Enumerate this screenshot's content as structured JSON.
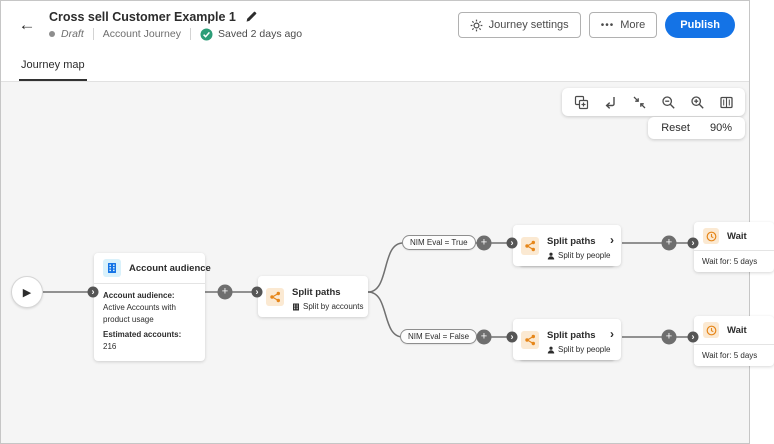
{
  "header": {
    "title": "Cross sell Customer Example 1",
    "status_label": "Draft",
    "journey_type": "Account Journey",
    "saved_text": "Saved 2 days ago",
    "journey_settings_label": "Journey settings",
    "more_label": "More",
    "publish_label": "Publish"
  },
  "tabs": {
    "journey_map_label": "Journey map"
  },
  "canvas_controls": {
    "reset_label": "Reset",
    "zoom_level": "90%",
    "toolbar_icon_names": [
      "duplicate-node-icon",
      "reroute-arrow-icon",
      "collapse-icon",
      "zoom-out-icon",
      "zoom-in-icon",
      "minimap-icon"
    ]
  },
  "flow": {
    "audience_node": {
      "title": "Account audience",
      "detail1_label": "Account audience:",
      "detail1_value": "Active Accounts with product usage",
      "detail2_label": "Estimated accounts:",
      "detail2_value": "216"
    },
    "split_accounts_node": {
      "title": "Split paths",
      "subtitle": "Split by accounts"
    },
    "branch_true": {
      "label": "NIM Eval = True"
    },
    "branch_false": {
      "label": "NIM Eval = False"
    },
    "split_people_top_node": {
      "title": "Split paths",
      "subtitle": "Split by people"
    },
    "split_people_bottom_node": {
      "title": "Split paths",
      "subtitle": "Split by people"
    },
    "wait_top_node": {
      "title": "Wait",
      "detail": "Wait for: 5 days"
    },
    "wait_bottom_node": {
      "title": "Wait",
      "detail": "Wait for: 5 days"
    }
  },
  "glyphs": {
    "back": "←",
    "more_dots": "•••",
    "play": "▶",
    "plus": "+",
    "port_chevron": "›",
    "node_chevron": "›"
  },
  "colors": {
    "publish_blue": "#1473e6",
    "success_green": "#2d9d78",
    "canvas_bg": "#f5f5f5",
    "edge_gray": "#707070",
    "orange_accent": "#e68619",
    "orange_icon_bg": "#fbe9d2",
    "blue_accent": "#1473e6",
    "blue_icon_bg": "#d9f1fb"
  }
}
